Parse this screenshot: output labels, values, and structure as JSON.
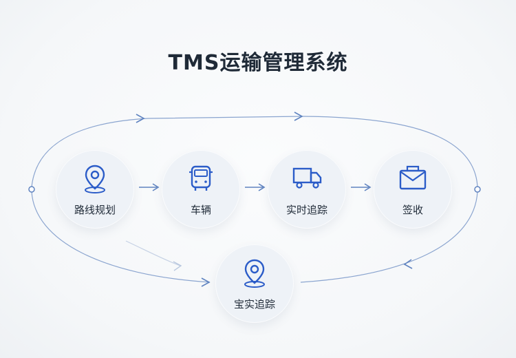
{
  "title": "TMS运输管理系统",
  "nodes": [
    {
      "key": "route",
      "label": "路线规划",
      "icon": "location-pin-icon"
    },
    {
      "key": "vehicle",
      "label": "车辆",
      "icon": "bus-icon"
    },
    {
      "key": "tracking",
      "label": "实时追踪",
      "icon": "truck-icon"
    },
    {
      "key": "signoff",
      "label": "签收",
      "icon": "envelope-icon"
    },
    {
      "key": "baby-tracking",
      "label": "宝实追踪",
      "icon": "location-pin-icon"
    }
  ],
  "colors": {
    "accent": "#2b5cc8",
    "line": "#7f9ccc",
    "node_bg": "#eef2f7",
    "text": "#1f2a37"
  }
}
